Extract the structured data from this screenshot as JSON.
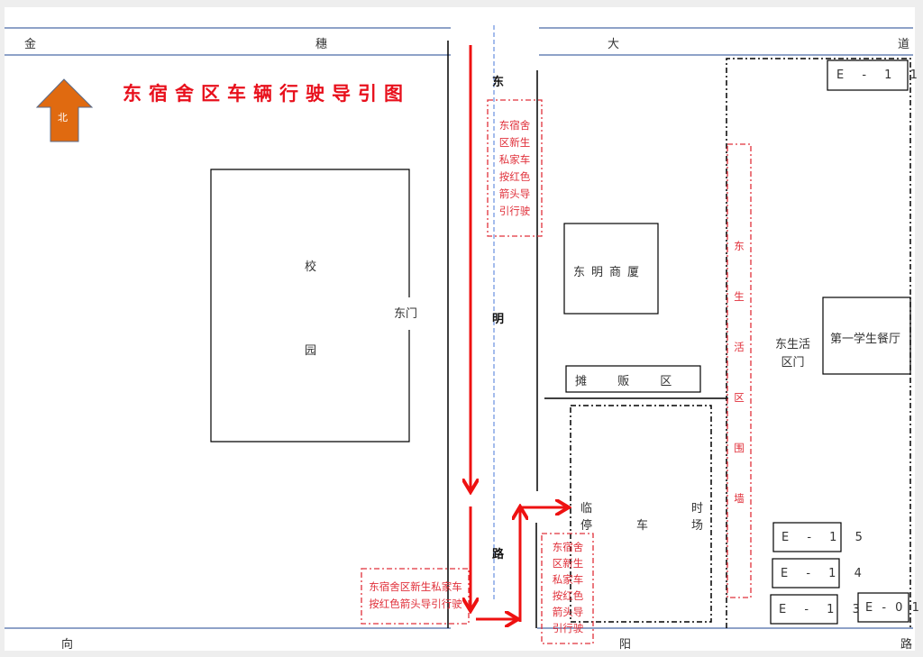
{
  "title": "东宿舍区车辆行驶导引图",
  "north": "北",
  "roads": {
    "top_left": [
      "金",
      "穗"
    ],
    "top_right": [
      "大",
      "道"
    ],
    "bottom": [
      "向",
      "阳",
      "路"
    ],
    "middle": [
      "东",
      "明",
      "路"
    ]
  },
  "campus": {
    "chars": [
      "校",
      "园"
    ],
    "gate": "东门"
  },
  "buildings": {
    "dongming": "东明商厦",
    "vendor": "摊 贩 区",
    "parking": [
      "临",
      "时",
      "停",
      "车",
      "场"
    ],
    "canteen": "第一学生餐厅",
    "gate": "东生活\n区门",
    "wall": "东生活区围墙"
  },
  "units": [
    "E - 1 1",
    "E - 1 5",
    "E - 1 4",
    "E - 1 3",
    "E - 0 1"
  ],
  "notes": {
    "note1": [
      "东宿舍",
      "区新生",
      "私家车",
      "按红色",
      "箭头导",
      "引行驶"
    ],
    "note2": [
      "东宿舍区新生私家车",
      "按红色箭头导引行驶"
    ],
    "note3": [
      "东宿舍",
      "区新生",
      "私家车",
      "按红色",
      "箭头导",
      "引行驶"
    ]
  },
  "colors": {
    "arrow": "#ee1111",
    "north": "#e06a10",
    "road_line": "#4a6aa8"
  }
}
